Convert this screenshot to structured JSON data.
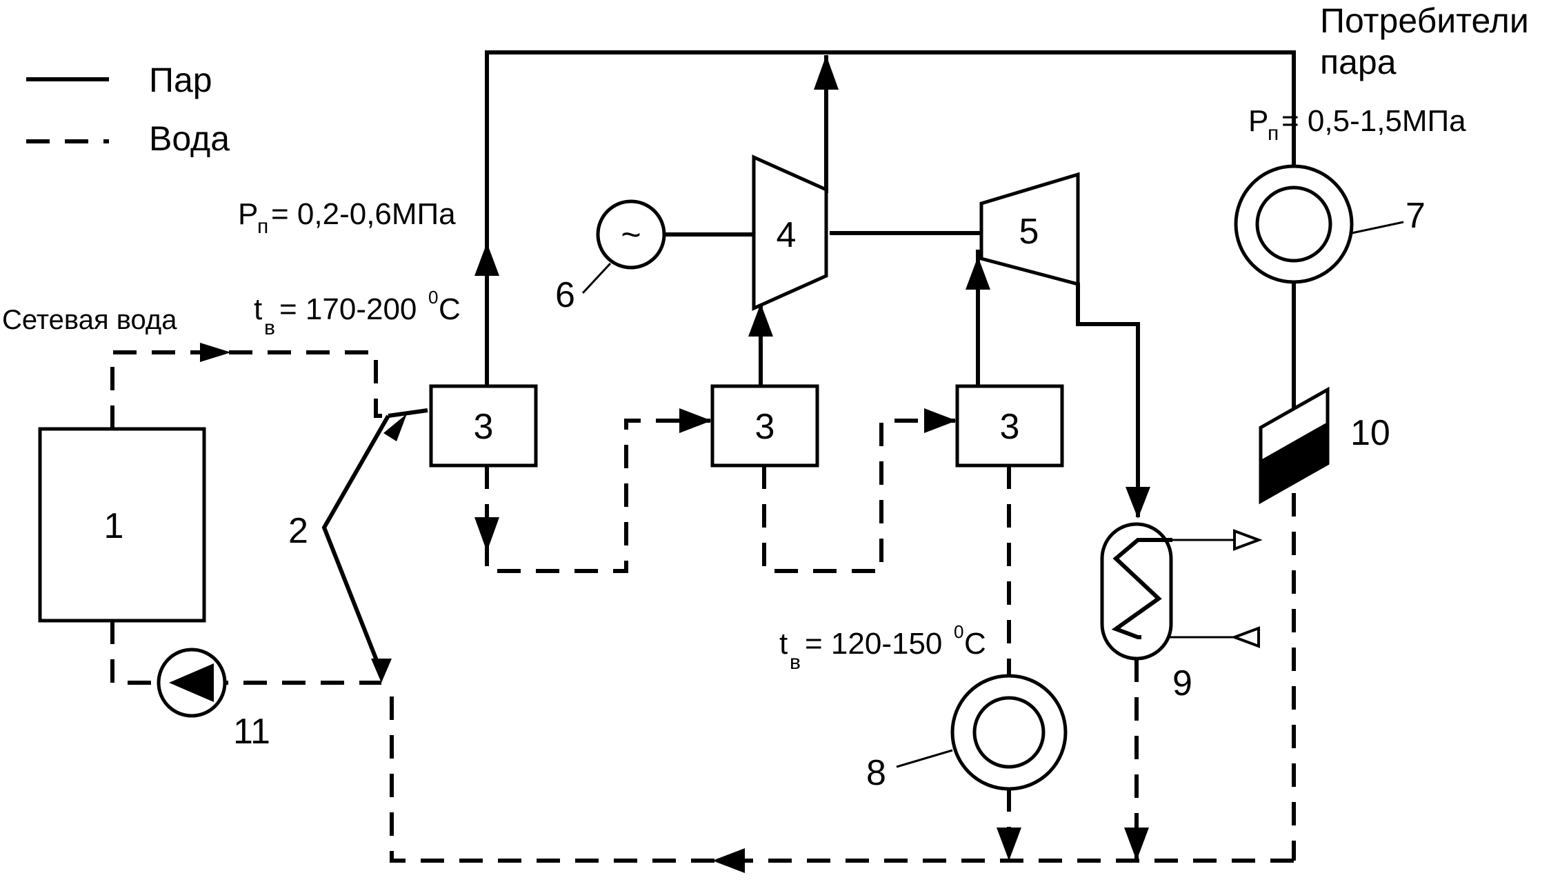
{
  "legend": {
    "steam_label": "Пар",
    "water_label": "Вода"
  },
  "labels": {
    "steam_consumers_line1": "Потребители",
    "steam_consumers_line2": "пара",
    "pressure_high_main": "P",
    "pressure_high_sub": "п",
    "pressure_high_value": "= 0,5-1,5МПа",
    "pressure_low_main": "P",
    "pressure_low_sub": "п",
    "pressure_low_value": "= 0,2-0,6МПа",
    "network_water": "Сетевая вода",
    "temp_high_main": "t",
    "temp_high_sub": "в",
    "temp_high_value": "= 170-200",
    "temp_high_sup": "0",
    "temp_high_unit": "С",
    "temp_low_main": "t",
    "temp_low_sub": "в",
    "temp_low_value": "= 120-150",
    "temp_low_sup": "0",
    "temp_low_unit": "С"
  },
  "components": {
    "n1": "1",
    "n2": "2",
    "n3": "3",
    "n4": "4",
    "n5": "5",
    "n6": "6",
    "n7": "7",
    "n8": "8",
    "n9": "9",
    "n10": "10",
    "n11": "11",
    "generator_symbol": "~"
  }
}
